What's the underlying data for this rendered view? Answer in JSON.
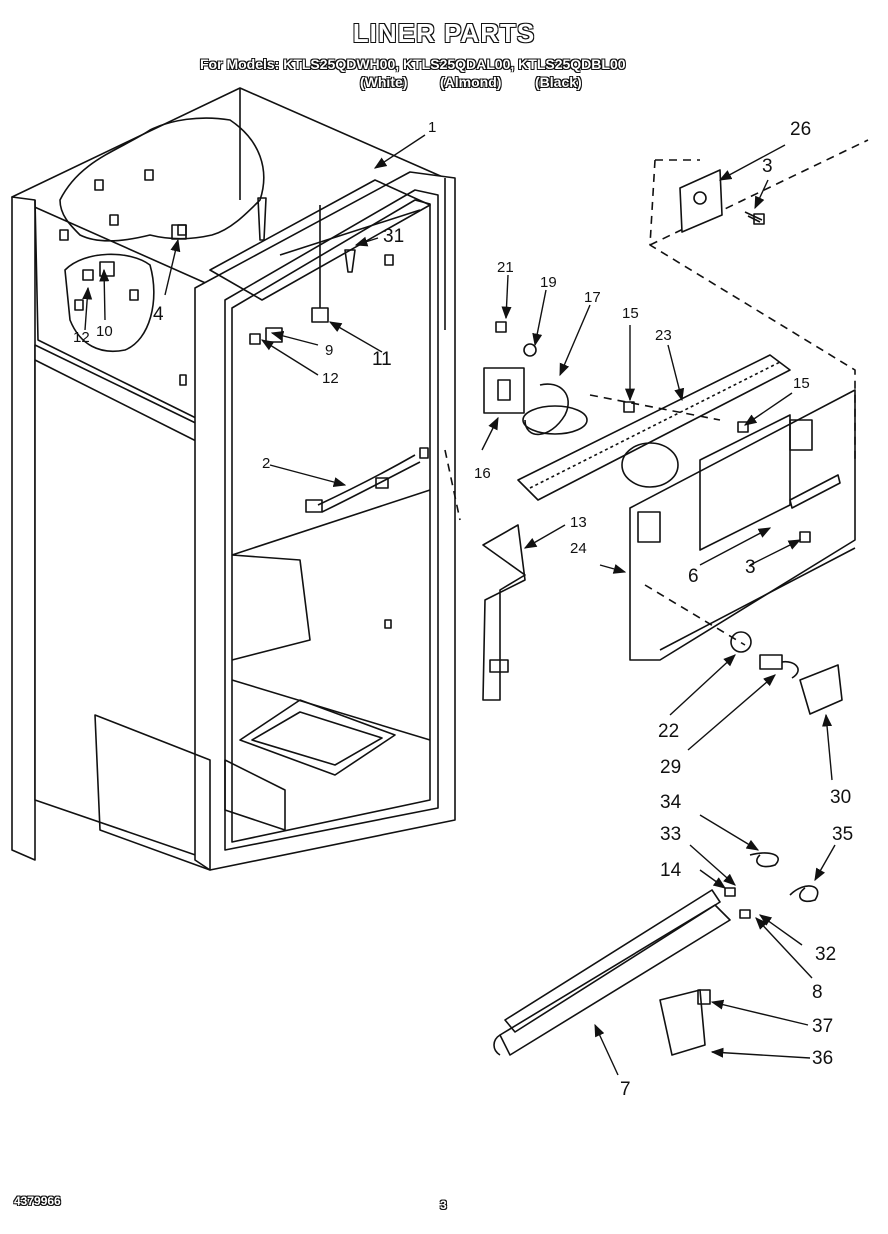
{
  "header": {
    "title": "LINER PARTS",
    "models_line": "For Models: KTLS25QDWH00, KTLS25QDAL00, KTLS25QDBL00",
    "variants": [
      "(White)",
      "(Almond)",
      "(Black)"
    ]
  },
  "callouts": {
    "c1": "1",
    "c2": "2",
    "c3a": "3",
    "c3b": "3",
    "c4": "4",
    "c6": "6",
    "c7": "7",
    "c8": "8",
    "c9": "9",
    "c10": "10",
    "c11": "11",
    "c12a": "12",
    "c12b": "12",
    "c13": "13",
    "c14": "14",
    "c15a": "15",
    "c15b": "15",
    "c16": "16",
    "c17": "17",
    "c19": "19",
    "c21": "21",
    "c22": "22",
    "c23": "23",
    "c24": "24",
    "c26": "26",
    "c29": "29",
    "c30": "30",
    "c31": "31",
    "c32": "32",
    "c33": "33",
    "c34": "34",
    "c35": "35",
    "c36": "36",
    "c37": "37"
  },
  "footer": {
    "doc_number": "4379966",
    "page_number": "3"
  }
}
